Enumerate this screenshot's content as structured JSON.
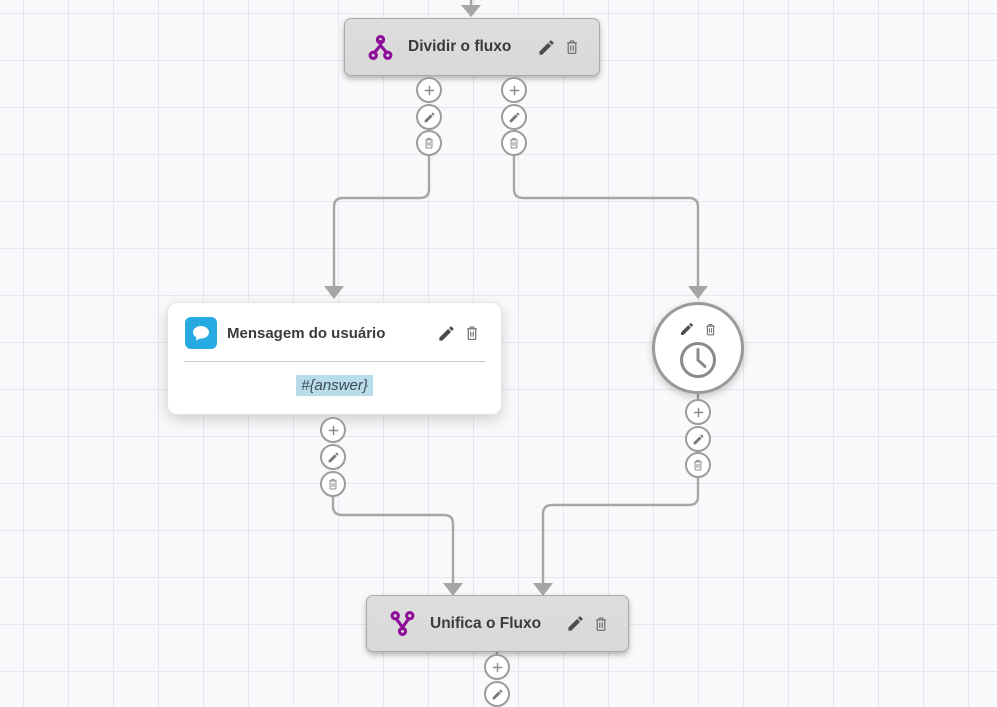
{
  "flow": {
    "split_node": {
      "label": "Dividir o fluxo"
    },
    "message_node": {
      "title": "Mensagem do usuário",
      "body": "#{answer}"
    },
    "timer_node": {
      "type": "wait-timer"
    },
    "merge_node": {
      "label": "Unifica o Fluxo"
    }
  },
  "icons": {
    "split": "split-icon",
    "merge": "merge-icon",
    "message": "chat-bubble-icon",
    "timer": "clock-icon",
    "edit": "pencil-icon",
    "delete": "trash-icon",
    "add": "plus-icon"
  },
  "colors": {
    "accent_purple": "#8e0e9a",
    "bubble_blue": "#27aae1",
    "highlight_blue": "#b8dcea",
    "connector_gray": "#a6a6a6",
    "node_gray": "#d9d9d9",
    "canvas_bg": "#f8f9fa",
    "grid_line": "#e4e7ee"
  }
}
